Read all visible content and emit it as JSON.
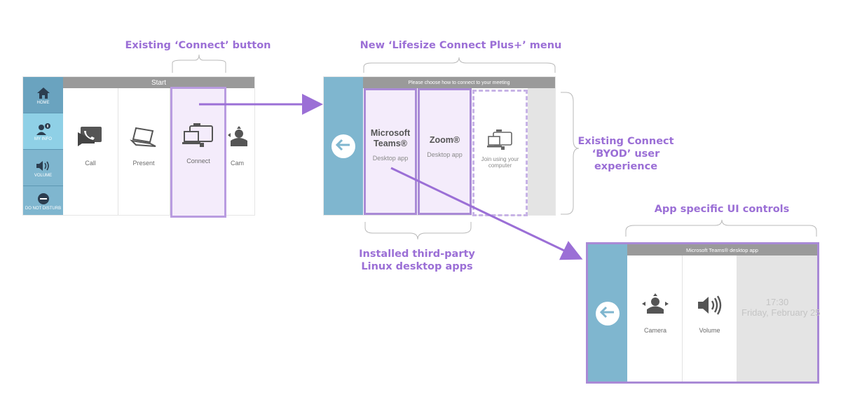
{
  "callouts": {
    "existing_connect": "Existing ‘Connect’ button",
    "new_menu": "New ‘Lifesize Connect Plus+’ menu",
    "byod_line1": "Existing Connect",
    "byod_line2": "‘BYOD’ user",
    "byod_line3": "experience",
    "installed_line1": "Installed third-party",
    "installed_line2": "Linux desktop apps",
    "app_specific": "App specific UI controls"
  },
  "screen1": {
    "topbar_title": "Start",
    "nav": [
      {
        "label": "HOME",
        "icon": "home-icon"
      },
      {
        "label": "MY INFO",
        "icon": "user-info-icon"
      },
      {
        "label": "VOLUME",
        "icon": "speaker-icon"
      },
      {
        "label": "DO NOT DISTURB",
        "icon": "do-not-disturb-icon"
      }
    ],
    "tiles": [
      {
        "label": "Call",
        "icon": "call-icon"
      },
      {
        "label": "Present",
        "icon": "laptop-icon"
      },
      {
        "label": "Connect",
        "icon": "connect-icon"
      },
      {
        "label": "Cam",
        "icon": "camera-icon"
      }
    ]
  },
  "screen2": {
    "topbar_title": "Please choose how to connect to your meeting",
    "apps": [
      {
        "name_line1": "Microsoft",
        "name_line2": "Teams®",
        "sub": "Desktop app"
      },
      {
        "name_line1": "Zoom®",
        "name_line2": "",
        "sub": "Desktop app"
      }
    ],
    "join_line1": "Join using your",
    "join_line2": "computer"
  },
  "screen3": {
    "topbar_title": "Microsoft Teams® desktop app",
    "tiles": [
      {
        "label": "Camera",
        "icon": "camera-icon"
      },
      {
        "label": "Volume",
        "icon": "speaker-icon"
      }
    ],
    "time": "17:30",
    "date": "Friday, February 25"
  },
  "colors": {
    "accent_purple": "#9b6fd6",
    "nav_blue": "#7fb6cf",
    "topbar_gray": "#9a9a9a"
  }
}
